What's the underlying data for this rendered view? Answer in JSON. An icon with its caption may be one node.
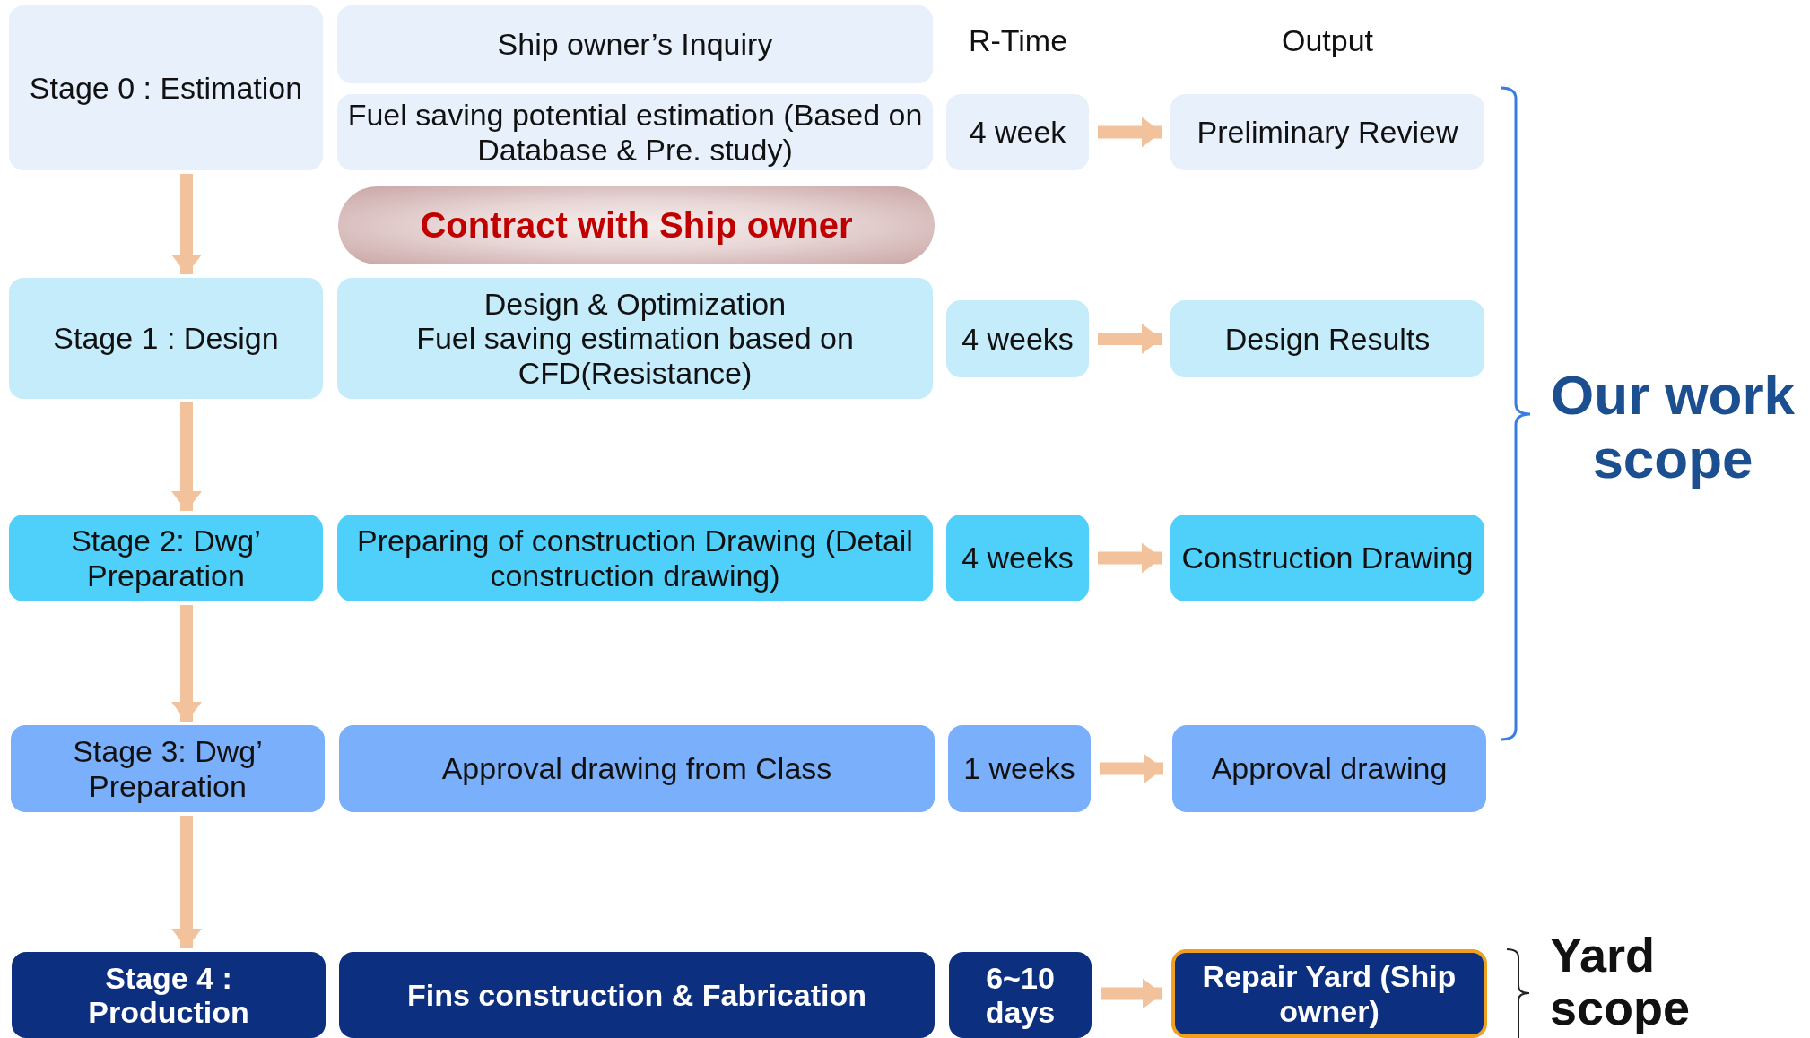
{
  "diagram": {
    "nodes": [
      {
        "text": [
          "Stage 0 : Estimation"
        ]
      },
      {
        "text": [
          "Ship owner’s Inquiry"
        ]
      },
      {
        "text": [
          "Fuel saving potential estimation (Based on Database & Pre. study)"
        ]
      },
      {
        "text": [
          "4 week"
        ]
      },
      {
        "text": [
          "Preliminary Review"
        ]
      },
      {
        "text": [
          "Contract with Ship owner"
        ]
      },
      {
        "text": [
          "Stage 1 : Design"
        ]
      },
      {
        "text": [
          "Design & Optimization",
          "Fuel saving estimation based on CFD(Resistance)"
        ]
      },
      {
        "text": [
          "4 weeks"
        ]
      },
      {
        "text": [
          "Design Results"
        ]
      },
      {
        "text": [
          "Stage 2: Dwg’ Preparation"
        ]
      },
      {
        "text": [
          "Preparing of construction Drawing (Detail construction drawing)"
        ]
      },
      {
        "text": [
          "4 weeks"
        ]
      },
      {
        "text": [
          "Construction Drawing"
        ]
      },
      {
        "text": [
          "Stage 3: Dwg’ Preparation"
        ]
      },
      {
        "text": [
          "Approval drawing from Class"
        ]
      },
      {
        "text": [
          "1 weeks"
        ]
      },
      {
        "text": [
          "Approval drawing"
        ]
      },
      {
        "text": [
          "Stage 4 : Production"
        ]
      },
      {
        "text": [
          "Fins construction & Fabrication"
        ]
      },
      {
        "text": [
          "6~10 days"
        ]
      },
      {
        "text": [
          "Repair Yard (Ship owner)"
        ]
      }
    ],
    "edges": [
      {
        "from": 0,
        "to": 6,
        "arrow": "to"
      },
      {
        "from": 6,
        "to": 10,
        "arrow": "to"
      },
      {
        "from": 10,
        "to": 14,
        "arrow": "to"
      },
      {
        "from": 14,
        "to": 18,
        "arrow": "to"
      },
      {
        "from": 3,
        "to": 4,
        "arrow": "to"
      },
      {
        "from": 8,
        "to": 9,
        "arrow": "to"
      },
      {
        "from": 12,
        "to": 13,
        "arrow": "to"
      },
      {
        "from": 16,
        "to": 17,
        "arrow": "to"
      },
      {
        "from": 20,
        "to": 21,
        "arrow": "to"
      }
    ],
    "labels": [
      "R-Time",
      "Output",
      "Our work scope",
      "Yard scope"
    ]
  }
}
